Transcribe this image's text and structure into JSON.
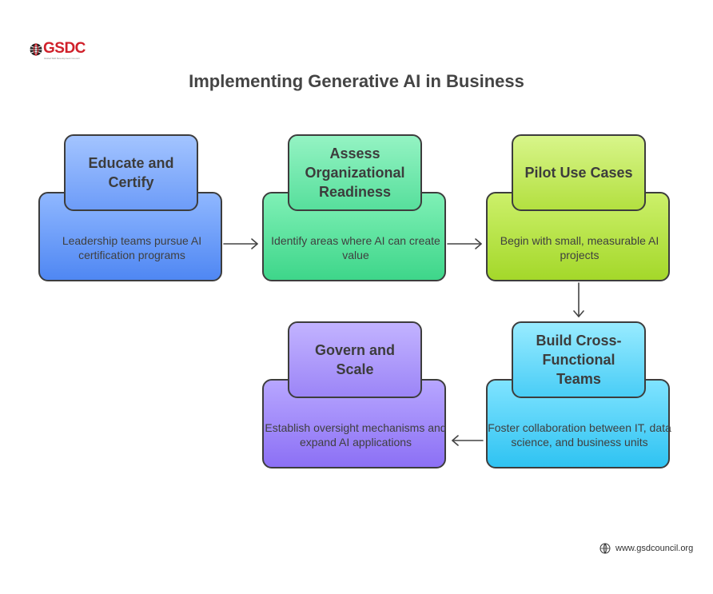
{
  "logo": {
    "text": "GSDC",
    "subtext": "Global Skill Development Council"
  },
  "title": "Implementing Generative AI in Business",
  "steps": [
    {
      "heading": "Educate and Certify",
      "description": "Leadership teams pursue AI certification programs"
    },
    {
      "heading": "Assess Organizational Readiness",
      "description": "Identify areas where AI can create value"
    },
    {
      "heading": "Pilot Use Cases",
      "description": "Begin with small, measurable AI projects"
    },
    {
      "heading": "Build Cross-Functional Teams",
      "description": "Foster collaboration between IT, data science, and business units"
    },
    {
      "heading": "Govern and Scale",
      "description": "Establish oversight mechanisms and expand AI applications"
    }
  ],
  "footer": {
    "url": "www.gsdcouncil.org"
  },
  "colors": {
    "blue": "#6d9cf8",
    "green": "#57df9c",
    "lime": "#b3e040",
    "cyan": "#49cdf6",
    "purple": "#9c85f7",
    "logo_red": "#d0202a"
  }
}
